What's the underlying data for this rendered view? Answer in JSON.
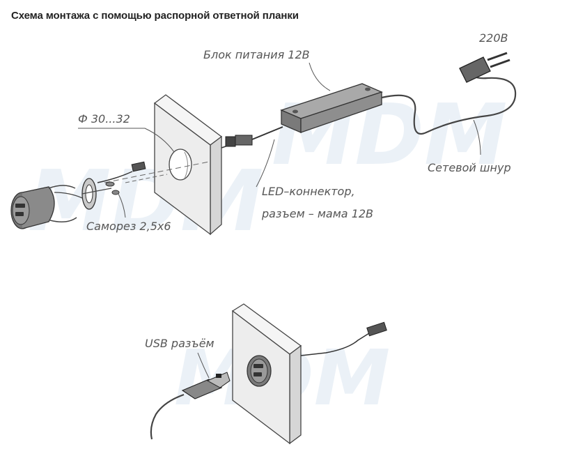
{
  "title": "Схема монтажа с помощью распорной ответной планки",
  "watermark": "MDM",
  "labels": {
    "voltage": "220В",
    "power_unit": "Блок питания 12В",
    "diameter": "Ф 30...32",
    "led_connector_line1": "LED–коннектор,",
    "led_connector_line2": "разъем – мама 12В",
    "network_cord": "Сетевой шнур",
    "screw": "Саморез 2,5х6",
    "usb": "USB разъём"
  },
  "colors": {
    "line": "#444444",
    "panel_fill": "#ededed",
    "panel_side": "#d9d9d9",
    "part_dark": "#5a5a5a",
    "watermark": "#dbe6f1"
  }
}
